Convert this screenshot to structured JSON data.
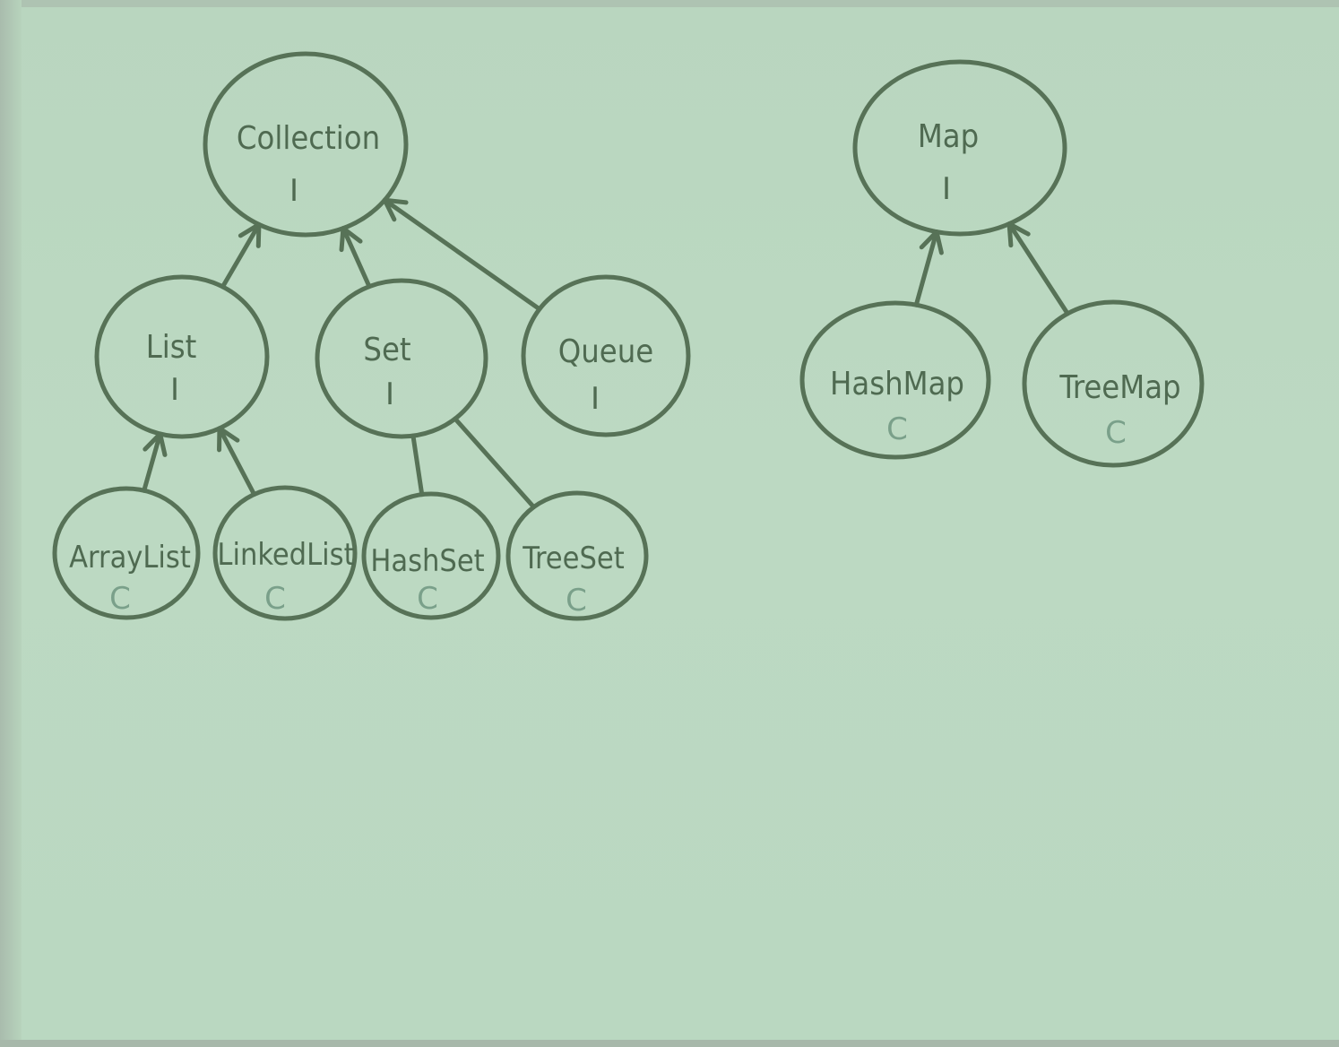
{
  "nodes": {
    "collection": {
      "name": "Collection",
      "kind": "I"
    },
    "list": {
      "name": "List",
      "kind": "I"
    },
    "set": {
      "name": "Set",
      "kind": "I"
    },
    "queue": {
      "name": "Queue",
      "kind": "I"
    },
    "arraylist": {
      "name": "ArrayList",
      "kind": "C"
    },
    "linkedlist": {
      "name": "LinkedList",
      "kind": "C"
    },
    "hashset": {
      "name": "HashSet",
      "kind": "C"
    },
    "treeset": {
      "name": "TreeSet",
      "kind": "C"
    },
    "map": {
      "name": "Map",
      "kind": "I"
    },
    "hashmap": {
      "name": "HashMap",
      "kind": "C"
    },
    "treemap": {
      "name": "TreeMap",
      "kind": "C"
    }
  },
  "colors": {
    "stroke": "#577257",
    "interface_text": "#4f6a51",
    "class_marker": "#7aa08a",
    "background": "#bcd9c2"
  },
  "edges": [
    {
      "from": "list",
      "to": "collection",
      "arrow": true
    },
    {
      "from": "set",
      "to": "collection",
      "arrow": true
    },
    {
      "from": "queue",
      "to": "collection",
      "arrow": true
    },
    {
      "from": "arraylist",
      "to": "list",
      "arrow": true
    },
    {
      "from": "linkedlist",
      "to": "list",
      "arrow": true
    },
    {
      "from": "hashset",
      "to": "set",
      "arrow": false
    },
    {
      "from": "treeset",
      "to": "set",
      "arrow": false
    },
    {
      "from": "hashmap",
      "to": "map",
      "arrow": true
    },
    {
      "from": "treemap",
      "to": "map",
      "arrow": true
    }
  ]
}
